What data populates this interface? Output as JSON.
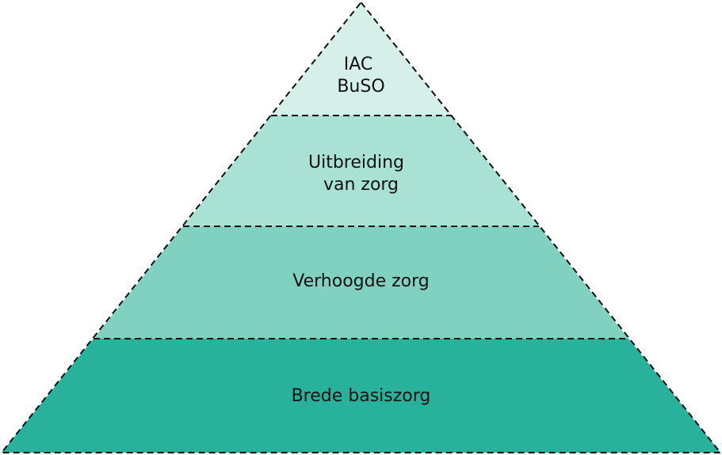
{
  "pyramid": {
    "tiers": [
      {
        "lines": [
          "IAC",
          "BuSO"
        ],
        "color": "#d6efe9"
      },
      {
        "lines": [
          "Uitbreiding",
          "van zorg"
        ],
        "color": "#a9e2d5"
      },
      {
        "lines": [
          "Verhoogde zorg"
        ],
        "color": "#80d1bf"
      },
      {
        "lines": [
          "Brede basiszorg"
        ],
        "color": "#28b29b"
      }
    ],
    "line_color": "#111111"
  }
}
